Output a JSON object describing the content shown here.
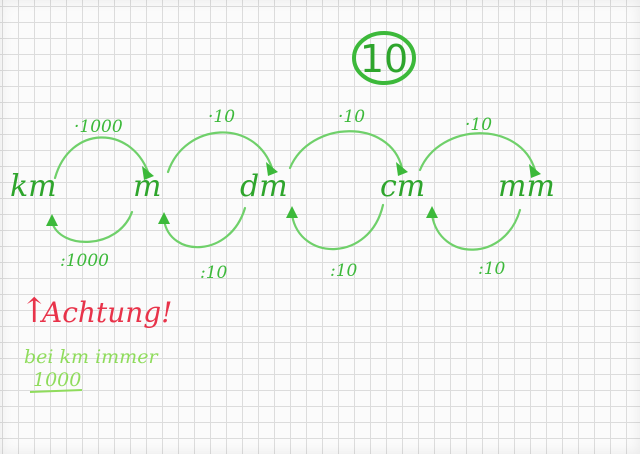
{
  "page_number": "10",
  "units": [
    "km",
    "m",
    "dm",
    "cm",
    "mm"
  ],
  "multiply_labels": [
    "·1000",
    "·10",
    "·10",
    "·10"
  ],
  "divide_labels": [
    ":1000",
    ":10",
    ":10",
    ":10"
  ],
  "warning": {
    "arrow": "↑",
    "title": "Achtung!",
    "note_line1": "bei km immer",
    "note_line2": "1000"
  },
  "colors": {
    "green": "#3cb93a",
    "light_green": "#6fd06a",
    "red": "#e8334a"
  }
}
